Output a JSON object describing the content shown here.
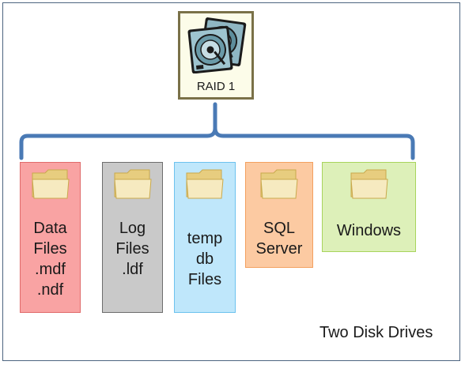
{
  "raid": {
    "label": "RAID 1",
    "icon": "hard-disk-drives-icon"
  },
  "tiles": [
    {
      "label": "Data\nFiles\n.mdf\n.ndf",
      "color": "#f9a3a3",
      "icon": "folder-icon"
    },
    {
      "label": "Log\nFiles\n.ldf",
      "color": "#c9c9c9",
      "icon": "folder-icon"
    },
    {
      "label": "temp\ndb\nFiles",
      "color": "#bfe7fb",
      "icon": "folder-icon"
    },
    {
      "label": "SQL\nServer",
      "color": "#fccaa2",
      "icon": "folder-icon"
    },
    {
      "label": "Windows",
      "color": "#ddf0b9",
      "icon": "folder-icon"
    }
  ],
  "caption": "Two Disk Drives",
  "colors": {
    "bracket": "#4a7ab5",
    "frame": "#4d6580",
    "folder_back": "#e7cd7f",
    "folder_front": "#f6eac0"
  }
}
